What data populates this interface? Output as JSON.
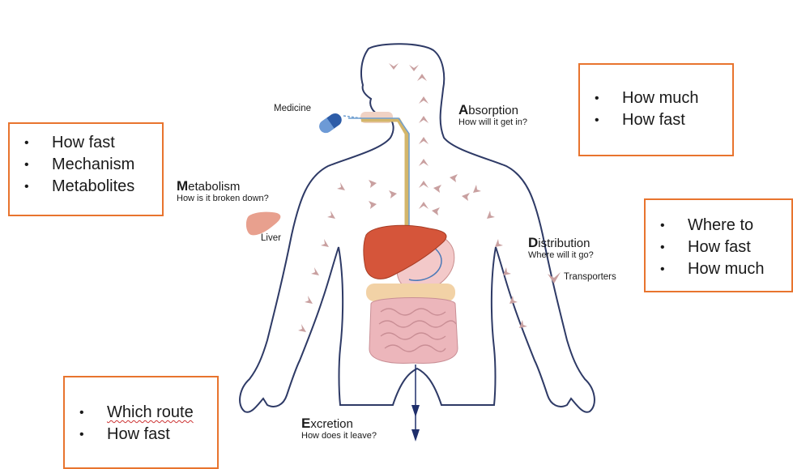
{
  "boxes": {
    "metabolism": [
      "How fast",
      "Mechanism",
      "Metabolites"
    ],
    "absorption": [
      "How much",
      "How fast"
    ],
    "distribution": [
      "Where to",
      "How fast",
      "How much"
    ],
    "excretion": [
      "Which route",
      "How fast"
    ]
  },
  "labels": {
    "medicine": "Medicine",
    "absorption_initial": "A",
    "absorption_rest": "bsorption",
    "absorption_question": "How will it get in?",
    "metabolism_initial": "M",
    "metabolism_rest": "etabolism",
    "metabolism_question": "How is it broken down?",
    "liver": "Liver",
    "distribution_initial": "D",
    "distribution_rest": "istribution",
    "distribution_question": "Where will it go?",
    "transporters": "Transporters",
    "excretion_initial": "E",
    "excretion_rest": "xcretion",
    "excretion_question": "How does it leave?"
  },
  "colors": {
    "box_border": "#e8742e",
    "arrow": "#c9a0a0",
    "liver": "#d5553a",
    "intestine": "#e9b3b8",
    "pill": "#2d5ca8",
    "tube_blue": "#6f9fd0",
    "tube_tan": "#d4b66a"
  }
}
